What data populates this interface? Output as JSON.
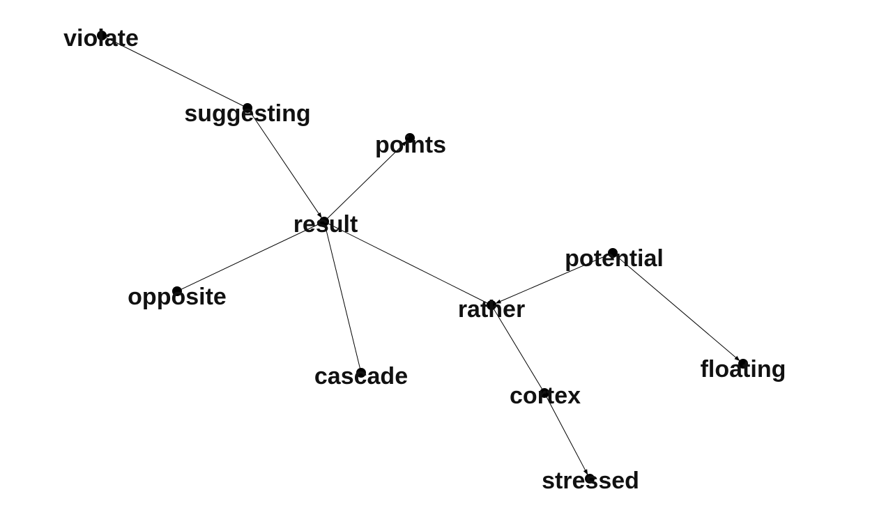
{
  "graph": {
    "nodes": [
      {
        "id": "violate",
        "label": "violate"
      },
      {
        "id": "suggesting",
        "label": "suggesting"
      },
      {
        "id": "points",
        "label": "points"
      },
      {
        "id": "result",
        "label": "result"
      },
      {
        "id": "potential",
        "label": "potential"
      },
      {
        "id": "opposite",
        "label": "opposite"
      },
      {
        "id": "rather",
        "label": "rather"
      },
      {
        "id": "floating",
        "label": "floating"
      },
      {
        "id": "cascade",
        "label": "cascade"
      },
      {
        "id": "cortex",
        "label": "cortex"
      },
      {
        "id": "stressed",
        "label": "stressed"
      }
    ],
    "edges": [
      {
        "source": "violate",
        "target": "suggesting",
        "directed": false
      },
      {
        "source": "suggesting",
        "target": "result",
        "directed": true
      },
      {
        "source": "result",
        "target": "points",
        "directed": true
      },
      {
        "source": "result",
        "target": "opposite",
        "directed": false
      },
      {
        "source": "result",
        "target": "cascade",
        "directed": false
      },
      {
        "source": "result",
        "target": "rather",
        "directed": false
      },
      {
        "source": "potential",
        "target": "rather",
        "directed": true
      },
      {
        "source": "potential",
        "target": "floating",
        "directed": true
      },
      {
        "source": "rather",
        "target": "cortex",
        "directed": false
      },
      {
        "source": "cortex",
        "target": "stressed",
        "directed": true
      }
    ],
    "colors": {
      "node": "#000000",
      "edge": "#000000",
      "label": "#111111"
    }
  }
}
